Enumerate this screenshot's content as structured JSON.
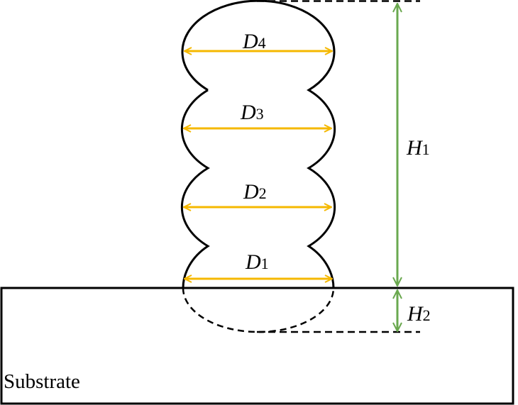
{
  "colors": {
    "outline": "#000000",
    "diameter_arrows": "#f5b800",
    "height_arrows": "#6aa84f"
  },
  "diameters": [
    {
      "letter": "D",
      "index": "4"
    },
    {
      "letter": "D",
      "index": "3"
    },
    {
      "letter": "D",
      "index": "2"
    },
    {
      "letter": "D",
      "index": "1"
    }
  ],
  "heights": [
    {
      "letter": "H",
      "index": "1"
    },
    {
      "letter": "H",
      "index": "2"
    }
  ],
  "substrate_label": "Substrate"
}
